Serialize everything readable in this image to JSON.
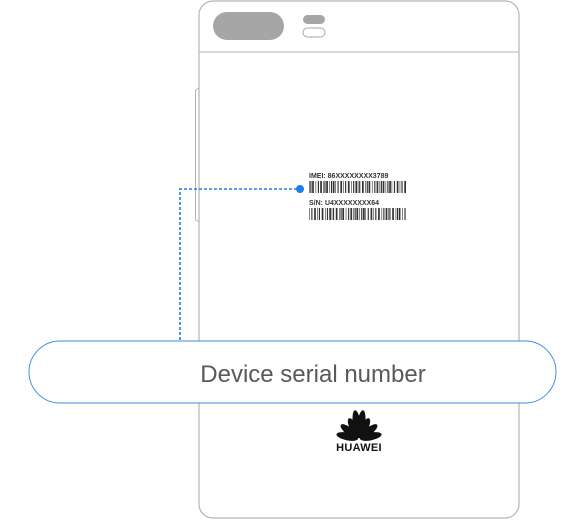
{
  "phone": {
    "imei_text": "IMEI: 86XXXXXXXX3789",
    "sn_text": "S/N: U4XXXXXXXX64",
    "brand": "HUAWEI"
  },
  "callout": {
    "label": "Device serial number"
  },
  "colors": {
    "outline": "#b5b5b5",
    "camera": "#a6a6a6",
    "leader_line": "#1e7de6",
    "pill_border": "#3f8ee6",
    "label_text": "#595959"
  }
}
